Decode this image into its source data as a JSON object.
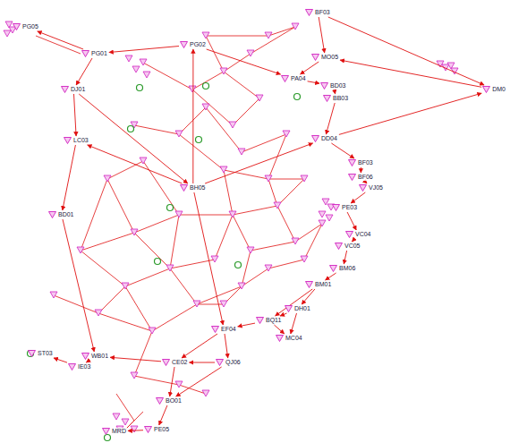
{
  "diagram": {
    "nodes": [
      {
        "text": [
          "PG05"
        ]
      },
      {
        "text": [
          "PG01"
        ]
      },
      {
        "text": [
          "PG02"
        ]
      },
      {
        "text": [
          "BF03"
        ]
      },
      {
        "text": [
          "MO05"
        ]
      },
      {
        "text": [
          "PA04"
        ]
      },
      {
        "text": [
          "BD03"
        ]
      },
      {
        "text": [
          "BB03"
        ]
      },
      {
        "text": [
          "DD04"
        ]
      },
      {
        "text": [
          "DM0"
        ]
      },
      {
        "text": [
          "DJ01"
        ]
      },
      {
        "text": [
          "LC03"
        ]
      },
      {
        "text": [
          "BH05"
        ]
      },
      {
        "text": [
          "BF03"
        ]
      },
      {
        "text": [
          "BF06"
        ]
      },
      {
        "text": [
          "VJ05"
        ]
      },
      {
        "text": [
          "PE03"
        ]
      },
      {
        "text": [
          "VC04"
        ]
      },
      {
        "text": [
          "VC05"
        ]
      },
      {
        "text": [
          "BM06"
        ]
      },
      {
        "text": [
          "BM01"
        ]
      },
      {
        "text": [
          "DH01"
        ]
      },
      {
        "text": [
          "BQ11"
        ]
      },
      {
        "text": [
          "MC04"
        ]
      },
      {
        "text": [
          "EF04"
        ]
      },
      {
        "text": [
          "BD01"
        ]
      },
      {
        "text": [
          "WB01"
        ]
      },
      {
        "text": [
          "IE03"
        ]
      },
      {
        "text": [
          "ST03"
        ]
      },
      {
        "text": [
          "QJ06"
        ]
      },
      {
        "text": [
          "CE02"
        ]
      },
      {
        "text": [
          "BO01"
        ]
      },
      {
        "text": [
          "PE05"
        ]
      },
      {
        "text": [
          "MRD"
        ]
      }
    ],
    "edges": [
      {
        "from": 1,
        "to": 0,
        "arrow": "to"
      },
      {
        "from": 2,
        "to": 1,
        "arrow": "to"
      },
      {
        "from": 1,
        "to": 10,
        "arrow": "to"
      },
      {
        "from": 10,
        "to": 11,
        "arrow": "to"
      },
      {
        "from": 11,
        "to": 25,
        "arrow": "to"
      },
      {
        "from": 3,
        "to": 4,
        "arrow": "to"
      },
      {
        "from": 4,
        "to": 5,
        "arrow": "to"
      },
      {
        "from": 5,
        "to": 6,
        "arrow": "to"
      },
      {
        "from": 6,
        "to": 7,
        "arrow": "to"
      },
      {
        "from": 7,
        "to": 8,
        "arrow": "to"
      },
      {
        "from": 8,
        "to": 9,
        "arrow": "to"
      },
      {
        "from": 9,
        "to": 4,
        "arrow": "to"
      },
      {
        "from": 3,
        "to": 9,
        "arrow": "to"
      },
      {
        "from": 8,
        "to": 13,
        "arrow": "to"
      },
      {
        "from": 13,
        "to": 14,
        "arrow": "to"
      },
      {
        "from": 14,
        "to": 15,
        "arrow": "to"
      },
      {
        "from": 15,
        "to": 16,
        "arrow": "to"
      },
      {
        "from": 16,
        "to": 17,
        "arrow": "to"
      },
      {
        "from": 17,
        "to": 18,
        "arrow": "to"
      },
      {
        "from": 18,
        "to": 19,
        "arrow": "to"
      },
      {
        "from": 19,
        "to": 20,
        "arrow": "to"
      },
      {
        "from": 20,
        "to": 21,
        "arrow": "to"
      },
      {
        "from": 21,
        "to": 23,
        "arrow": "to"
      },
      {
        "from": 22,
        "to": 23,
        "arrow": "to"
      },
      {
        "from": 22,
        "to": 24,
        "arrow": "to"
      },
      {
        "from": 24,
        "to": 29,
        "arrow": "to"
      },
      {
        "from": 29,
        "to": 30,
        "arrow": "to"
      },
      {
        "from": 30,
        "to": 31,
        "arrow": "to"
      },
      {
        "from": 31,
        "to": 32,
        "arrow": "to"
      },
      {
        "from": 32,
        "to": 33,
        "arrow": "to"
      },
      {
        "from": 30,
        "to": 26,
        "arrow": "to"
      },
      {
        "from": 26,
        "to": 27,
        "arrow": "to"
      },
      {
        "from": 27,
        "to": 28,
        "arrow": "to"
      },
      {
        "from": 12,
        "to": 11,
        "arrow": "to"
      },
      {
        "from": 12,
        "to": 8,
        "arrow": "to"
      },
      {
        "from": 12,
        "to": 24,
        "arrow": "to"
      },
      {
        "from": 2,
        "to": 5,
        "arrow": "to"
      },
      {
        "from": 10,
        "to": 12,
        "arrow": "to"
      },
      {
        "from": 25,
        "to": 26,
        "arrow": "to"
      },
      {
        "from": 21,
        "to": 22,
        "arrow": "to"
      },
      {
        "from": 20,
        "to": 22,
        "arrow": "to"
      },
      {
        "from": 24,
        "to": 30,
        "arrow": "to"
      },
      {
        "from": 29,
        "to": 31,
        "arrow": "to"
      },
      {
        "from": 12,
        "to": 2,
        "arrow": "to"
      }
    ]
  }
}
